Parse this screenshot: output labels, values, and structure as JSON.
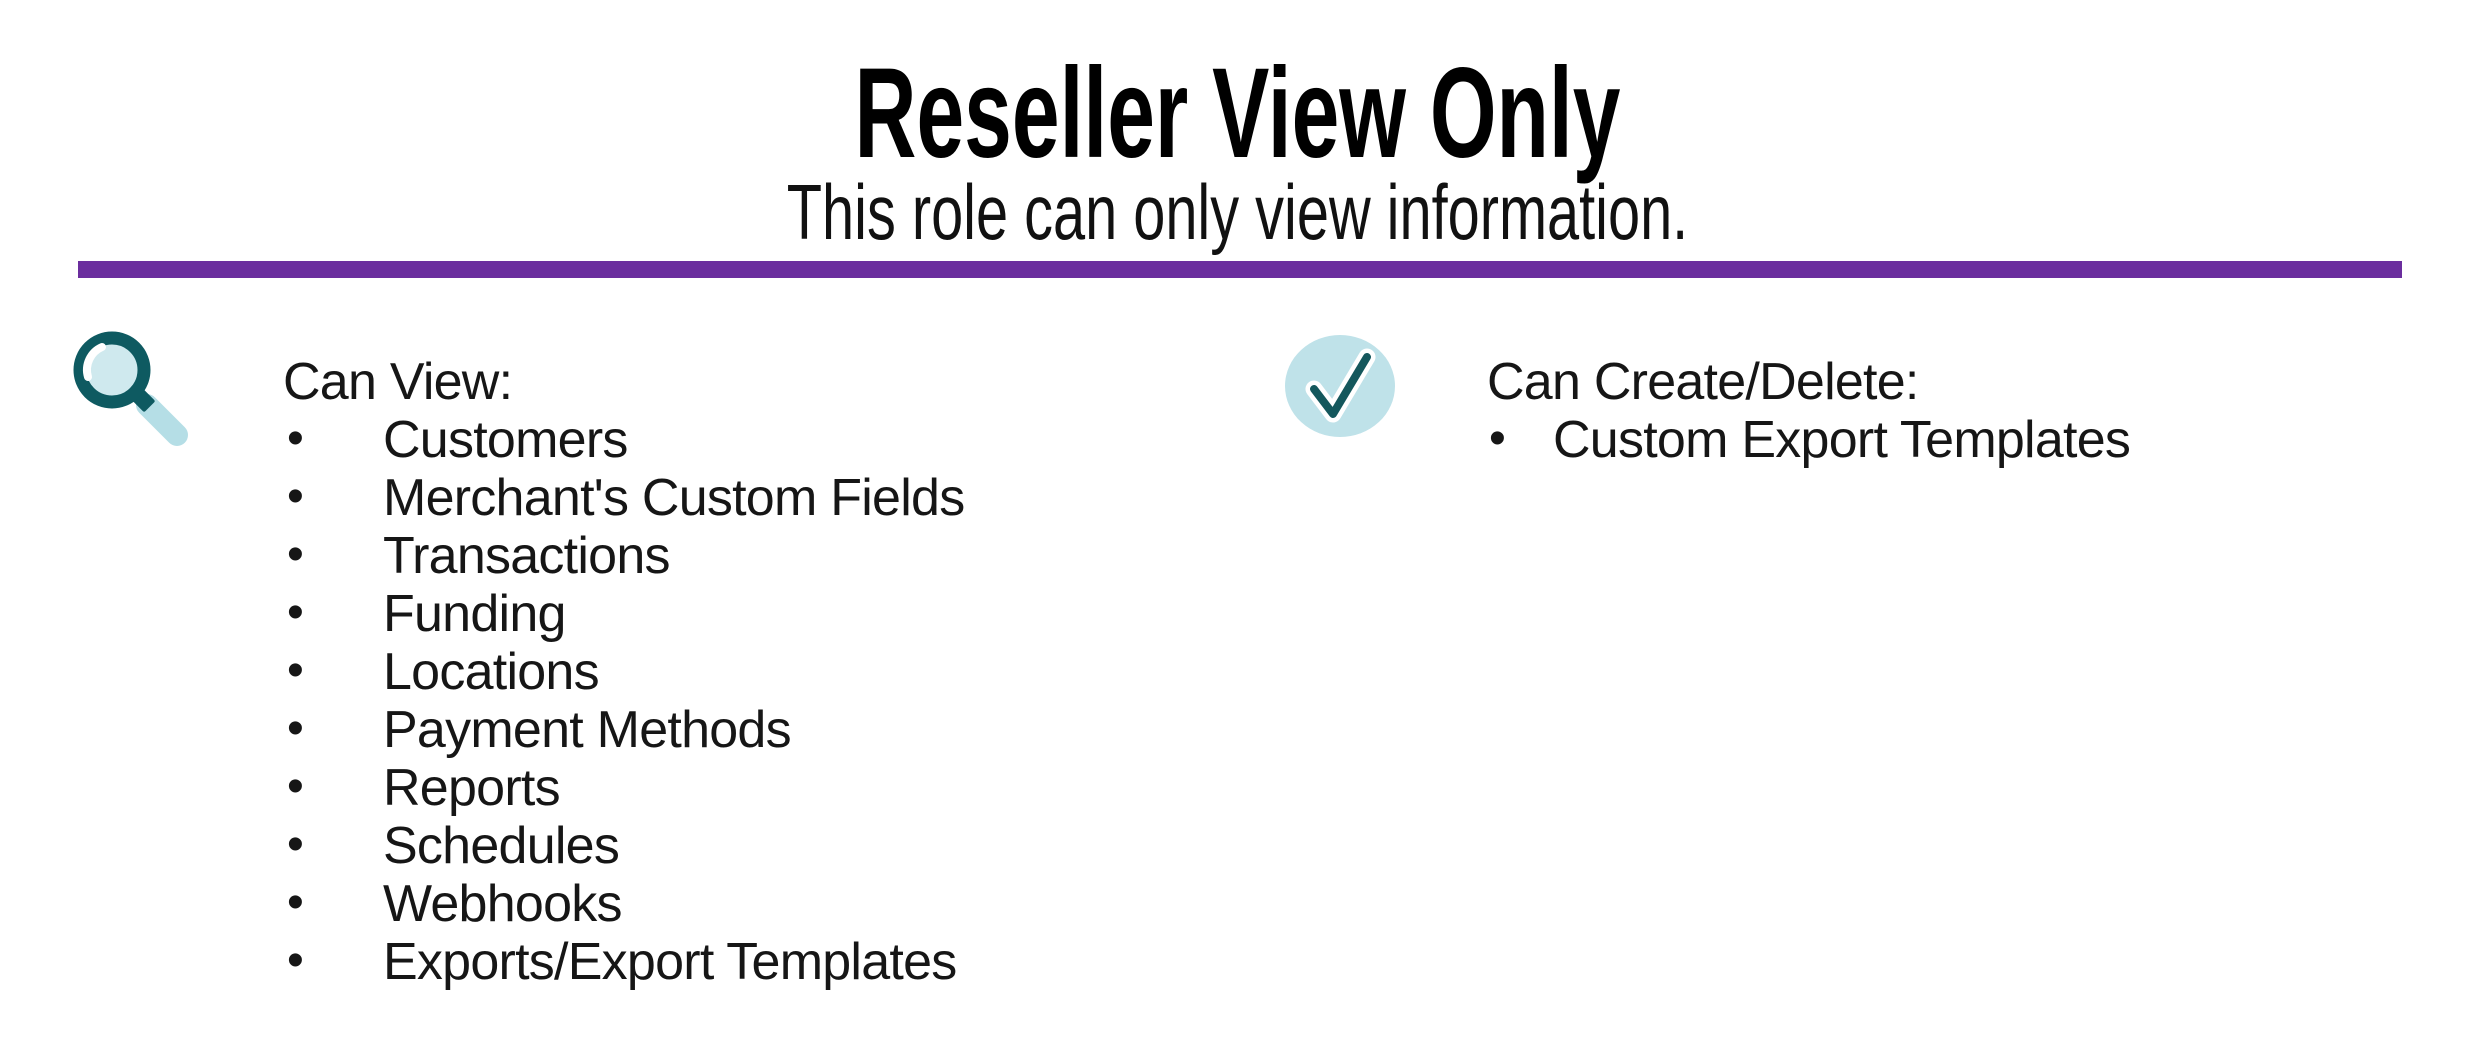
{
  "page": {
    "title": "Reseller View Only",
    "subtitle": "This role can only view information."
  },
  "colors": {
    "accent_purple": "#6b2e9e",
    "icon_teal_dark": "#0e5a61",
    "magnifier_lens_blue": "#cfe9ee",
    "magnifier_handle_blue": "#b5dee6",
    "check_circle_blue": "#bfe2e9",
    "text": "#161616"
  },
  "sections": {
    "can_view": {
      "icon": "magnifier-icon",
      "heading": "Can View:",
      "items": [
        "Customers",
        "Merchant's Custom Fields",
        "Transactions",
        "Funding",
        "Locations",
        "Payment Methods",
        "Reports",
        "Schedules",
        "Webhooks",
        "Exports/Export Templates"
      ]
    },
    "can_create_delete": {
      "icon": "checkmark-icon",
      "heading": "Can Create/Delete:",
      "items": [
        "Custom Export Templates"
      ]
    }
  }
}
